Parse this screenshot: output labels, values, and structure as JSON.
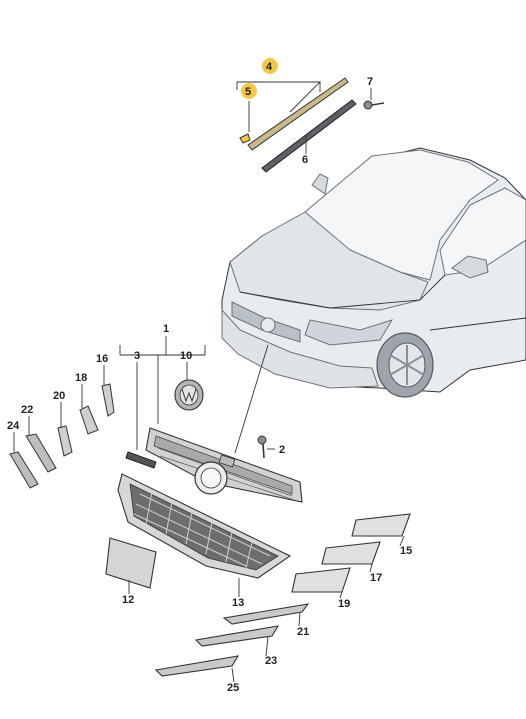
{
  "callouts": [
    {
      "id": "c1",
      "text": "1",
      "highlight": false
    },
    {
      "id": "c2",
      "text": "2",
      "highlight": false
    },
    {
      "id": "c3",
      "text": "3",
      "highlight": false
    },
    {
      "id": "c4",
      "text": "4",
      "highlight": true
    },
    {
      "id": "c5",
      "text": "5",
      "highlight": true
    },
    {
      "id": "c6",
      "text": "6",
      "highlight": false
    },
    {
      "id": "c7",
      "text": "7",
      "highlight": false
    },
    {
      "id": "c10",
      "text": "10",
      "highlight": false
    },
    {
      "id": "c12",
      "text": "12",
      "highlight": false
    },
    {
      "id": "c13",
      "text": "13",
      "highlight": false
    },
    {
      "id": "c15",
      "text": "15",
      "highlight": false
    },
    {
      "id": "c16",
      "text": "16",
      "highlight": false
    },
    {
      "id": "c17",
      "text": "17",
      "highlight": false
    },
    {
      "id": "c18",
      "text": "18",
      "highlight": false
    },
    {
      "id": "c19",
      "text": "19",
      "highlight": false
    },
    {
      "id": "c20",
      "text": "20",
      "highlight": false
    },
    {
      "id": "c21",
      "text": "21",
      "highlight": false
    },
    {
      "id": "c22",
      "text": "22",
      "highlight": false
    },
    {
      "id": "c23",
      "text": "23",
      "highlight": false
    },
    {
      "id": "c24",
      "text": "24",
      "highlight": false
    },
    {
      "id": "c25",
      "text": "25",
      "highlight": false
    }
  ],
  "colors": {
    "highlight": "#f2c84b",
    "part_fill": "#d9d9d9",
    "part_dark": "#8c8c8c",
    "car_fill": "#e6e9ec",
    "car_stroke": "#6d7278",
    "strip_gold": "#c9b98a"
  }
}
